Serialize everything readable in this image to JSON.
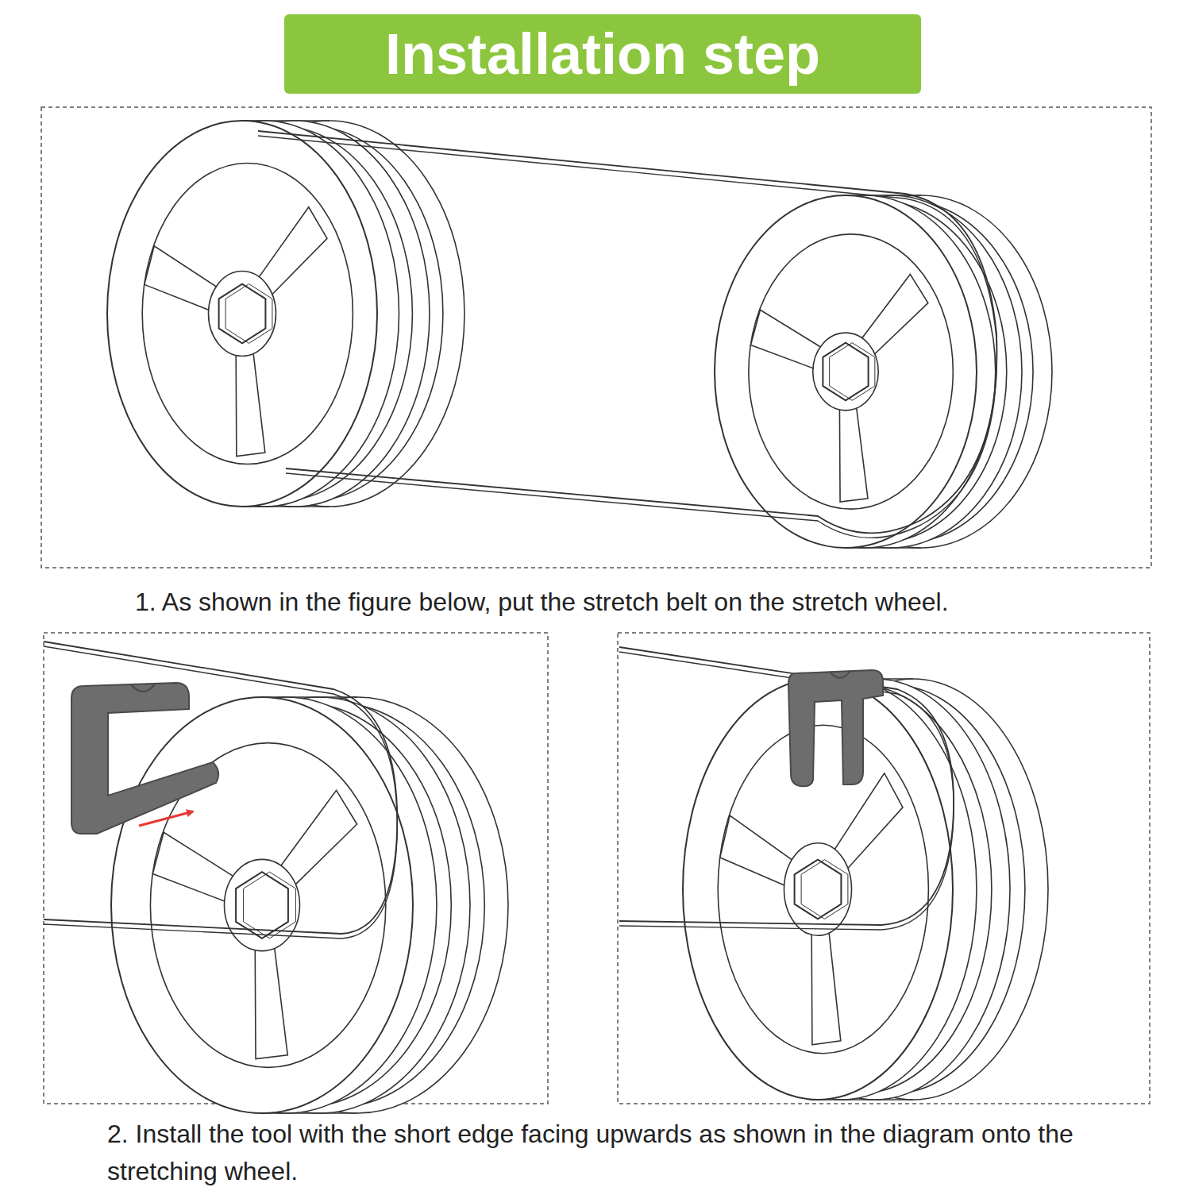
{
  "diagram": {
    "title": "Installation step",
    "labels": [
      "1. As shown in the figure below, put the stretch belt on the stretch wheel.",
      "2. Install the tool with the short edge facing upwards as shown in the diagram onto the stretching wheel."
    ]
  }
}
